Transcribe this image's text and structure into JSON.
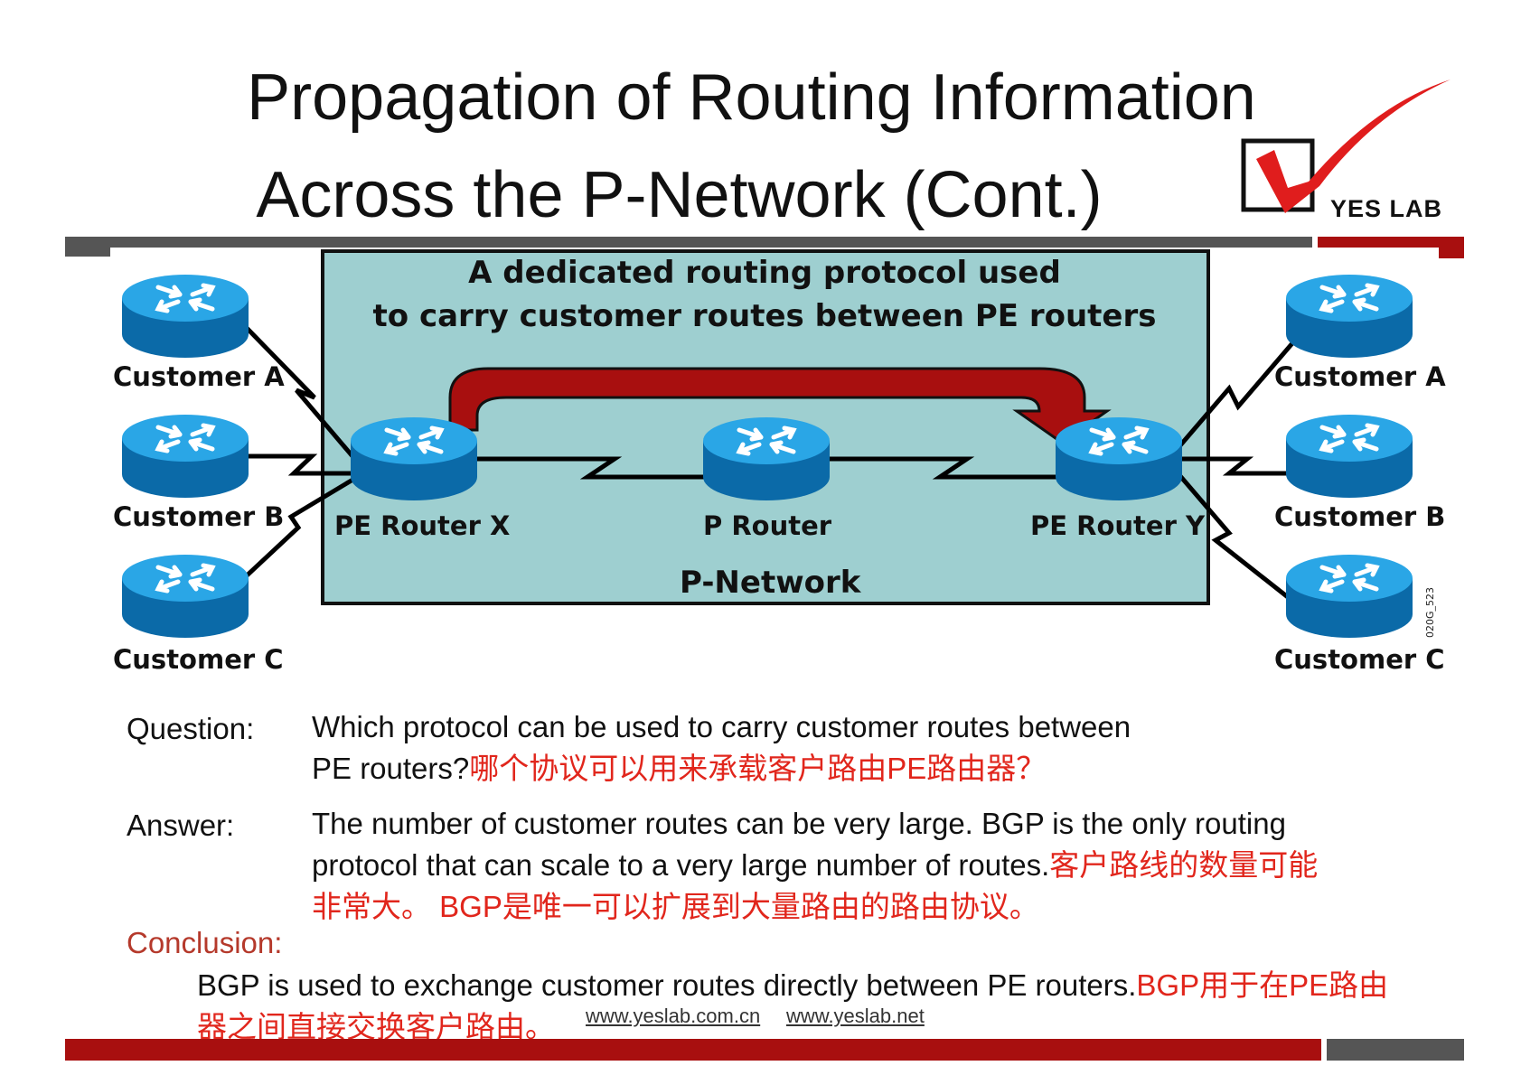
{
  "title": {
    "line1": "Propagation of Routing Information",
    "line2": "Across the P-Network (Cont.)"
  },
  "logo": {
    "text": "YES LAB",
    "icon": "checkmark-icon"
  },
  "diagram": {
    "header_line1": "A dedicated routing protocol used",
    "header_line2": "to carry customer routes between PE routers",
    "network_label": "P-Network",
    "routers": {
      "pe_x": "PE Router X",
      "p": "P Router",
      "pe_y": "PE Router Y"
    },
    "left_customers": [
      "Customer A",
      "Customer B",
      "Customer C"
    ],
    "right_customers": [
      "Customer A",
      "Customer B",
      "Customer C"
    ],
    "figure_code": "020G_523"
  },
  "qa": {
    "question_label": "Question:",
    "question_line1": "Which protocol can be used to carry customer routes between",
    "question_line2_en": "PE routers?",
    "question_line2_cn": "哪个协议可以用来承载客户路由PE路由器？",
    "answer_label": "Answer:",
    "answer_line1": "The number of customer routes can be very large. BGP is the only routing",
    "answer_line2_en": "protocol that can scale to a very large number of routes.",
    "answer_line2_cn": "客户路线的数量可能",
    "answer_line3_cn": "非常大。 BGP是唯一可以扩展到大量路由的路由协议。",
    "conclusion_label": "Conclusion:",
    "conclusion_line1_en": "BGP is used to exchange customer routes directly between PE routers.",
    "conclusion_line1_cn": "BGP用于在PE路由",
    "conclusion_line2_cn": "器之间直接交换客户路由。"
  },
  "footer": {
    "url1": "www.yeslab.com.cn",
    "url2": "www.yeslab.net"
  },
  "colors": {
    "accent_red": "#a80f0f",
    "dark_gray": "#555555",
    "network_fill": "#9ecfd0",
    "router_blue": "#1a8fd0",
    "chinese_red": "#e1261c"
  }
}
